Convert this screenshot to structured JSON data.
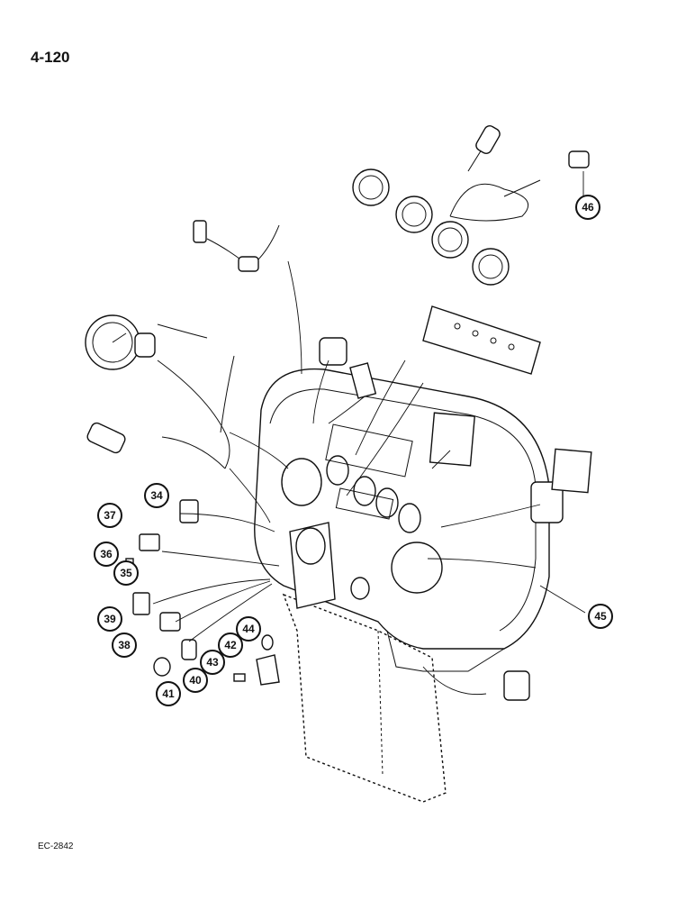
{
  "page": {
    "number": "4-120",
    "figure_code": "EC-2842"
  },
  "callouts": [
    "34",
    "35",
    "36",
    "37",
    "38",
    "39",
    "40",
    "41",
    "42",
    "43",
    "44",
    "45",
    "46"
  ]
}
